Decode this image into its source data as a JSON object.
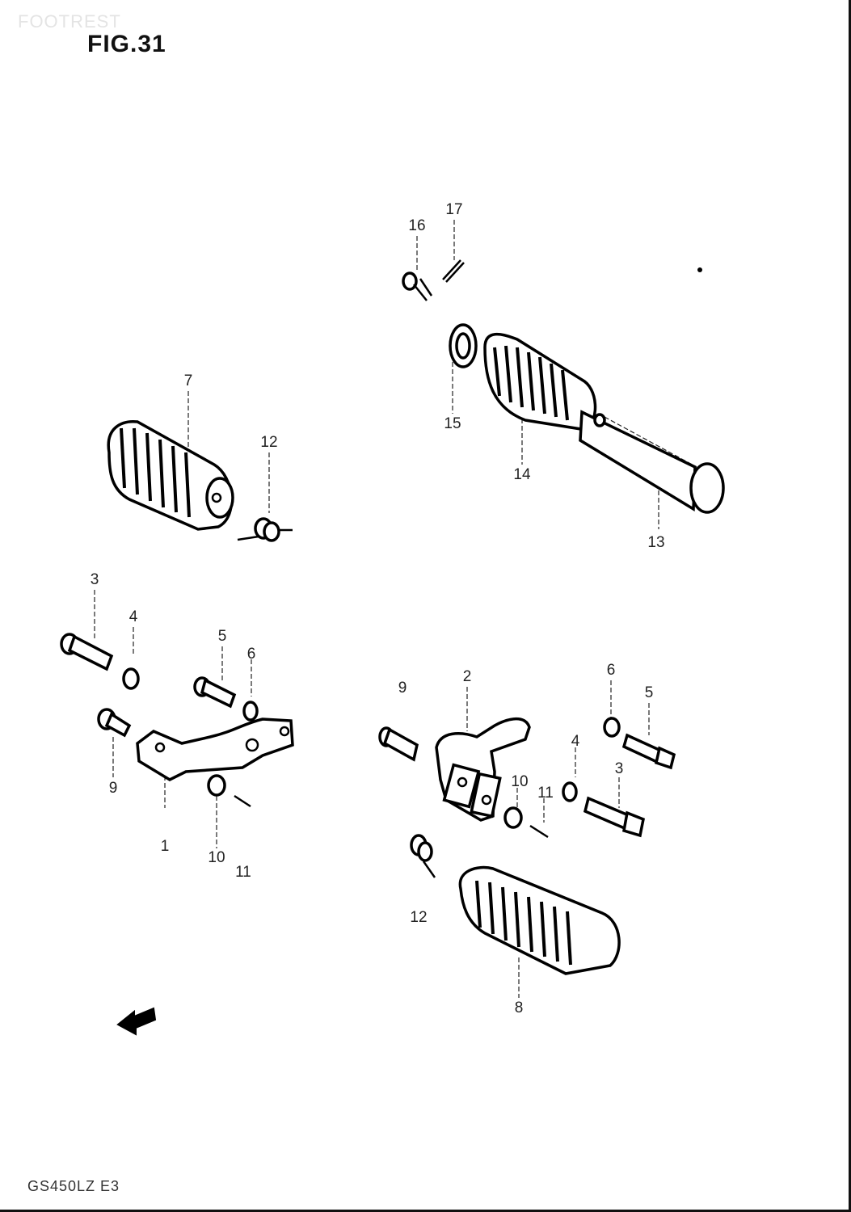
{
  "header": {
    "section_title": "FOOTREST",
    "figure_number": "FIG.31"
  },
  "footer": {
    "model_code": "GS450LZ E3"
  },
  "callouts": {
    "left_1": "1",
    "left_3": "3",
    "left_4": "4",
    "left_5": "5",
    "left_6": "6",
    "left_7": "7",
    "left_9": "9",
    "left_10": "10",
    "left_11": "11",
    "left_12": "12",
    "right_2": "2",
    "right_3": "3",
    "right_4": "4",
    "right_5": "5",
    "right_6": "6",
    "right_8": "8",
    "right_9": "9",
    "right_10": "10",
    "right_11": "11",
    "right_12": "12",
    "top_13": "13",
    "top_14": "14",
    "top_15": "15",
    "top_16": "16",
    "top_17": "17"
  },
  "icons": {
    "front_arrow": "front-arrow-icon"
  }
}
